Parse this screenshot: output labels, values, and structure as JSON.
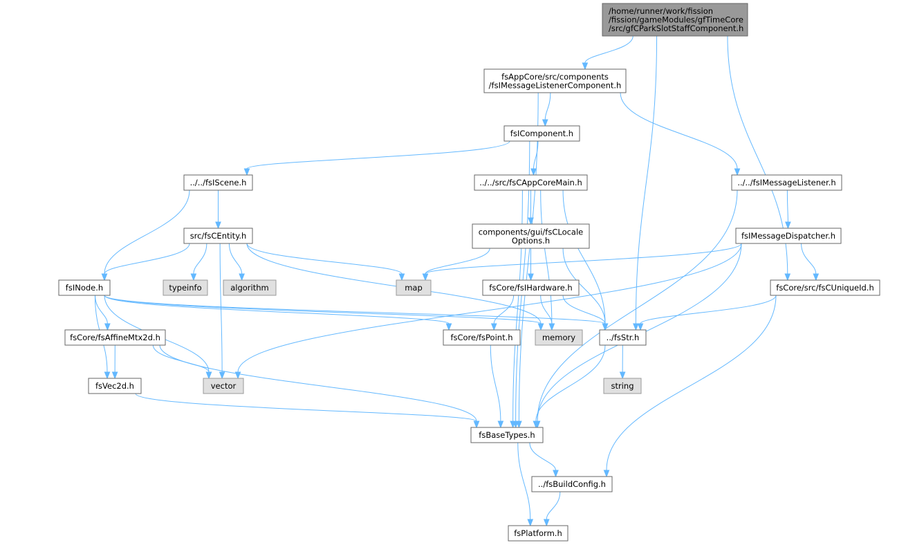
{
  "nodes": [
    {
      "id": "root",
      "lines": [
        "/home/runner/work/fission",
        "/fission/gameModules/gfTimeCore",
        "/src/gfCParkSlotStaffComponent.h"
      ],
      "kind": "current",
      "link": false
    },
    {
      "id": "fsIMessageListenerComponent",
      "lines": [
        "fsAppCore/src/components",
        "/fsIMessageListenerComponent.h"
      ],
      "kind": "file",
      "link": true
    },
    {
      "id": "fsIComponent",
      "lines": [
        "fsIComponent.h"
      ],
      "kind": "file",
      "link": true
    },
    {
      "id": "fsIScene",
      "lines": [
        "../../fsIScene.h"
      ],
      "kind": "file",
      "link": true
    },
    {
      "id": "fsCAppCoreMain",
      "lines": [
        "../../src/fsCAppCoreMain.h"
      ],
      "kind": "file",
      "link": true
    },
    {
      "id": "fsIMessageListener",
      "lines": [
        "../../fsIMessageListener.h"
      ],
      "kind": "file",
      "link": true
    },
    {
      "id": "fsCEntity",
      "lines": [
        "src/fsCEntity.h"
      ],
      "kind": "file",
      "link": true
    },
    {
      "id": "fsCLocaleOptions",
      "lines": [
        "components/gui/fsCLocale",
        "Options.h"
      ],
      "kind": "file",
      "link": true
    },
    {
      "id": "fsIMessageDispatcher",
      "lines": [
        "fsIMessageDispatcher.h"
      ],
      "kind": "file",
      "link": true
    },
    {
      "id": "fsINode",
      "lines": [
        "fsINode.h"
      ],
      "kind": "file",
      "link": true
    },
    {
      "id": "typeinfo",
      "lines": [
        "typeinfo"
      ],
      "kind": "external",
      "link": false
    },
    {
      "id": "algorithm",
      "lines": [
        "algorithm"
      ],
      "kind": "external",
      "link": false
    },
    {
      "id": "map",
      "lines": [
        "map"
      ],
      "kind": "external",
      "link": false
    },
    {
      "id": "fsIHardware",
      "lines": [
        "fsCore/fsIHardware.h"
      ],
      "kind": "file",
      "link": true
    },
    {
      "id": "fsCUniqueId",
      "lines": [
        "fsCore/src/fsCUniqueId.h"
      ],
      "kind": "file",
      "link": true
    },
    {
      "id": "fsAffineMtx2d",
      "lines": [
        "fsCore/fsAffineMtx2d.h"
      ],
      "kind": "file",
      "link": true
    },
    {
      "id": "fsPoint",
      "lines": [
        "fsCore/fsPoint.h"
      ],
      "kind": "file",
      "link": true
    },
    {
      "id": "memory",
      "lines": [
        "memory"
      ],
      "kind": "external",
      "link": false
    },
    {
      "id": "fsStr",
      "lines": [
        "../fsStr.h"
      ],
      "kind": "file",
      "link": true
    },
    {
      "id": "fsVec2d",
      "lines": [
        "fsVec2d.h"
      ],
      "kind": "file",
      "link": true
    },
    {
      "id": "vector",
      "lines": [
        "vector"
      ],
      "kind": "external",
      "link": false
    },
    {
      "id": "string",
      "lines": [
        "string"
      ],
      "kind": "external",
      "link": false
    },
    {
      "id": "fsBaseTypes",
      "lines": [
        "fsBaseTypes.h"
      ],
      "kind": "file",
      "link": true
    },
    {
      "id": "fsBuildConfig",
      "lines": [
        "../fsBuildConfig.h"
      ],
      "kind": "file",
      "link": true
    },
    {
      "id": "fsPlatform",
      "lines": [
        "fsPlatform.h"
      ],
      "kind": "file",
      "link": true
    }
  ],
  "edges": [
    [
      "root",
      "fsIMessageListenerComponent"
    ],
    [
      "root",
      "fsStr"
    ],
    [
      "root",
      "fsCUniqueId"
    ],
    [
      "fsIMessageListenerComponent",
      "fsIComponent"
    ],
    [
      "fsIMessageListenerComponent",
      "fsIMessageListener"
    ],
    [
      "fsIMessageListenerComponent",
      "fsBaseTypes"
    ],
    [
      "fsIComponent",
      "fsIScene"
    ],
    [
      "fsIComponent",
      "fsCAppCoreMain"
    ],
    [
      "fsIComponent",
      "fsBaseTypes"
    ],
    [
      "fsIScene",
      "fsCEntity"
    ],
    [
      "fsIScene",
      "fsINode"
    ],
    [
      "fsCAppCoreMain",
      "fsCLocaleOptions"
    ],
    [
      "fsCAppCoreMain",
      "fsStr"
    ],
    [
      "fsCAppCoreMain",
      "memory"
    ],
    [
      "fsCAppCoreMain",
      "fsBaseTypes"
    ],
    [
      "fsIMessageListener",
      "fsIMessageDispatcher"
    ],
    [
      "fsIMessageListener",
      "fsBaseTypes"
    ],
    [
      "fsCEntity",
      "fsINode"
    ],
    [
      "fsCEntity",
      "typeinfo"
    ],
    [
      "fsCEntity",
      "algorithm"
    ],
    [
      "fsCEntity",
      "map"
    ],
    [
      "fsCEntity",
      "vector"
    ],
    [
      "fsCEntity",
      "memory"
    ],
    [
      "fsCLocaleOptions",
      "map"
    ],
    [
      "fsCLocaleOptions",
      "fsIHardware"
    ],
    [
      "fsCLocaleOptions",
      "fsStr"
    ],
    [
      "fsIMessageDispatcher",
      "map"
    ],
    [
      "fsIMessageDispatcher",
      "fsCUniqueId"
    ],
    [
      "fsIMessageDispatcher",
      "vector"
    ],
    [
      "fsIMessageDispatcher",
      "fsBaseTypes"
    ],
    [
      "fsINode",
      "fsAffineMtx2d"
    ],
    [
      "fsINode",
      "fsVec2d"
    ],
    [
      "fsINode",
      "vector"
    ],
    [
      "fsINode",
      "fsPoint"
    ],
    [
      "fsINode",
      "fsStr"
    ],
    [
      "fsINode",
      "memory"
    ],
    [
      "fsIHardware",
      "fsPoint"
    ],
    [
      "fsIHardware",
      "memory"
    ],
    [
      "fsIHardware",
      "fsStr"
    ],
    [
      "fsCUniqueId",
      "fsStr"
    ],
    [
      "fsCUniqueId",
      "fsBuildConfig"
    ],
    [
      "fsAffineMtx2d",
      "fsVec2d"
    ],
    [
      "fsAffineMtx2d",
      "vector"
    ],
    [
      "fsAffineMtx2d",
      "fsBaseTypes"
    ],
    [
      "fsPoint",
      "fsBaseTypes"
    ],
    [
      "fsStr",
      "string"
    ],
    [
      "fsStr",
      "fsBaseTypes"
    ],
    [
      "fsVec2d",
      "fsBaseTypes"
    ],
    [
      "fsBaseTypes",
      "fsBuildConfig"
    ],
    [
      "fsBaseTypes",
      "fsPlatform"
    ],
    [
      "fsBuildConfig",
      "fsPlatform"
    ]
  ],
  "colors": {
    "edge": "#63b8ff",
    "current_fill": "#999999",
    "current_stroke": "#666666",
    "file_fill": "#ffffff",
    "file_stroke": "#666666",
    "external_fill": "#e0e0e0",
    "external_stroke": "#999999"
  }
}
